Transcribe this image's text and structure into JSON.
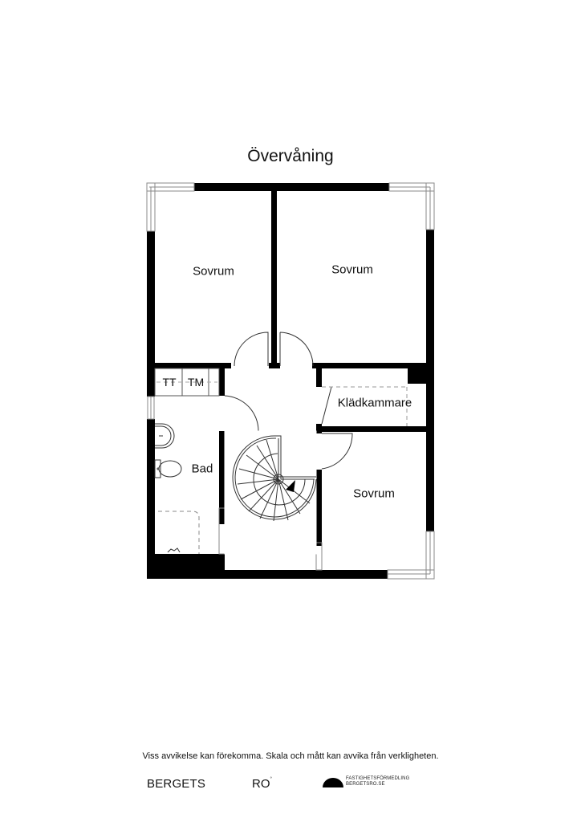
{
  "floor": {
    "title": "Övervåning"
  },
  "rooms": [
    {
      "name": "Sovrum",
      "position": "top-left"
    },
    {
      "name": "Sovrum",
      "position": "top-right"
    },
    {
      "name": "Klädkammare",
      "position": "middle-right"
    },
    {
      "name": "Bad",
      "position": "middle-left"
    },
    {
      "name": "Sovrum",
      "position": "bottom-right"
    }
  ],
  "closets": [
    {
      "label": "TT"
    },
    {
      "label": "TM"
    }
  ],
  "fixtures": [
    "sink",
    "toilet",
    "shower-area",
    "spiral-staircase",
    "doors",
    "windows"
  ],
  "footer": {
    "disclaimer": "Viss avvikelse kan förekomma. Skala och mått kan avvika från verkligheten.",
    "brand_left": "BERGETS",
    "brand_right": "RO",
    "brand_mark": "°",
    "agency_line1": "FASTIGHETSFÖRMEDLING",
    "agency_line2": "BERGETSRO.SE"
  },
  "colors": {
    "wall": "#000000",
    "line": "#222222",
    "window": "#888888",
    "background": "#ffffff"
  }
}
